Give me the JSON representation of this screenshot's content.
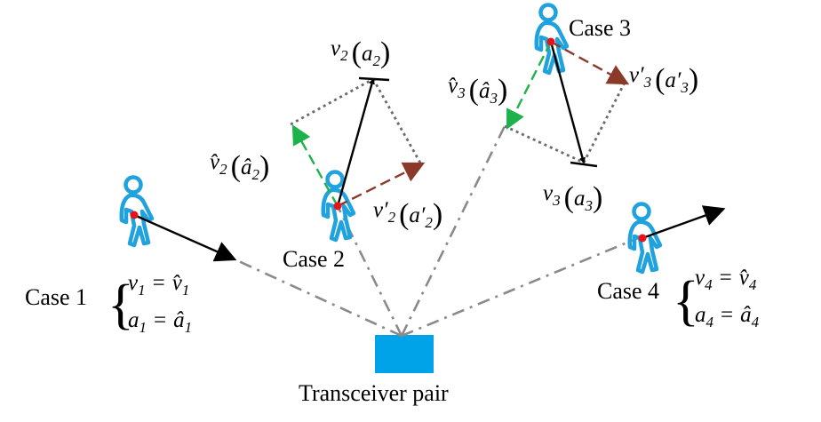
{
  "colors": {
    "transceiver": "#00a3e8",
    "person": "#1fa2de",
    "true_vector": "#000000",
    "estimated_vector": "#1db24b",
    "perceived_vector": "#8b3a2a",
    "path": "#8a8a8a",
    "dotted": "#6a6a6a",
    "center_dot": "#e5141b"
  },
  "icons": {
    "person": "walking-person-icon",
    "device": "transceiver-box-icon"
  },
  "transceiver_label": "Transceiver pair",
  "cases": [
    {
      "label": "Case 1",
      "equations": [
        {
          "lhs": "v",
          "lhs_sub": "1",
          "rhs": "v̂",
          "rhs_sub": "1"
        },
        {
          "lhs": "a",
          "lhs_sub": "1",
          "rhs": "â",
          "rhs_sub": "1"
        }
      ]
    },
    {
      "label": "Case 2"
    },
    {
      "label": "Case 3"
    },
    {
      "label": "Case 4",
      "equations": [
        {
          "lhs": "v",
          "lhs_sub": "4",
          "rhs": "v̂",
          "rhs_sub": "4"
        },
        {
          "lhs": "a",
          "lhs_sub": "4",
          "rhs": "â",
          "rhs_sub": "4"
        }
      ]
    }
  ],
  "vector_labels": {
    "v2": {
      "sym": "v",
      "sub": "2",
      "arg": "a",
      "arg_sub": "2"
    },
    "v2_hat": {
      "sym": "v̂",
      "sub": "2",
      "arg": "â",
      "arg_sub": "2"
    },
    "v2_prime": {
      "sym": "v′",
      "sub": "2",
      "arg": "a′",
      "arg_sub": "2"
    },
    "v3": {
      "sym": "v",
      "sub": "3",
      "arg": "a",
      "arg_sub": "3"
    },
    "v3_hat": {
      "sym": "v̂",
      "sub": "3",
      "arg": "â",
      "arg_sub": "3"
    },
    "v3_prime": {
      "sym": "v′",
      "sub": "3",
      "arg": "a′",
      "arg_sub": "3"
    }
  },
  "symbols": {
    "equals": "=",
    "open_paren": "(",
    "close_paren": ")",
    "brace": "{"
  }
}
